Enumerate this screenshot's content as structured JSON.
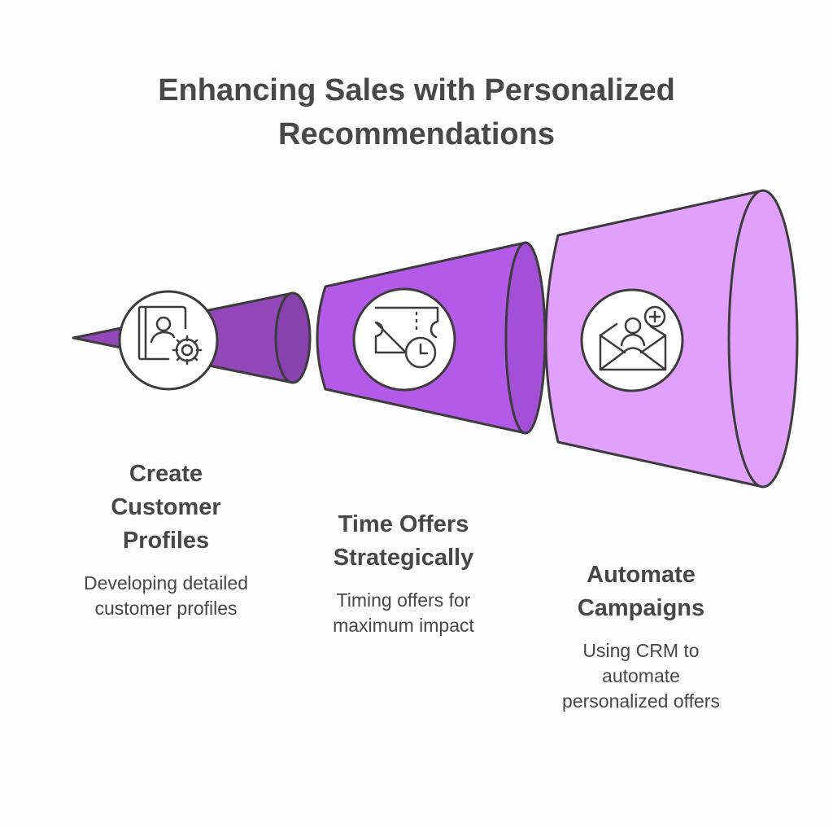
{
  "title": {
    "line1": "Enhancing Sales with Personalized",
    "line2": "Recommendations"
  },
  "colors": {
    "stage1": "#9248b9",
    "stage2": "#b45ae9",
    "stage3": "#e0a0fb",
    "outline": "#3c3c3c",
    "icon_circle": "#ffffff"
  },
  "steps": [
    {
      "icon": "customer-profile-gear-icon",
      "heading_line1": "Create",
      "heading_line2": "Customer",
      "heading_line3": "Profiles",
      "desc_line1": "Developing detailed",
      "desc_line2": "customer profiles"
    },
    {
      "icon": "ticket-clock-icon",
      "heading_line1": "Time Offers",
      "heading_line2": "Strategically",
      "desc_line1": "Timing offers for",
      "desc_line2": "maximum impact"
    },
    {
      "icon": "envelope-user-add-icon",
      "heading_line1": "Automate",
      "heading_line2": "Campaigns",
      "desc_line1": "Using CRM to",
      "desc_line2": "automate",
      "desc_line3": "personalized offers"
    }
  ]
}
